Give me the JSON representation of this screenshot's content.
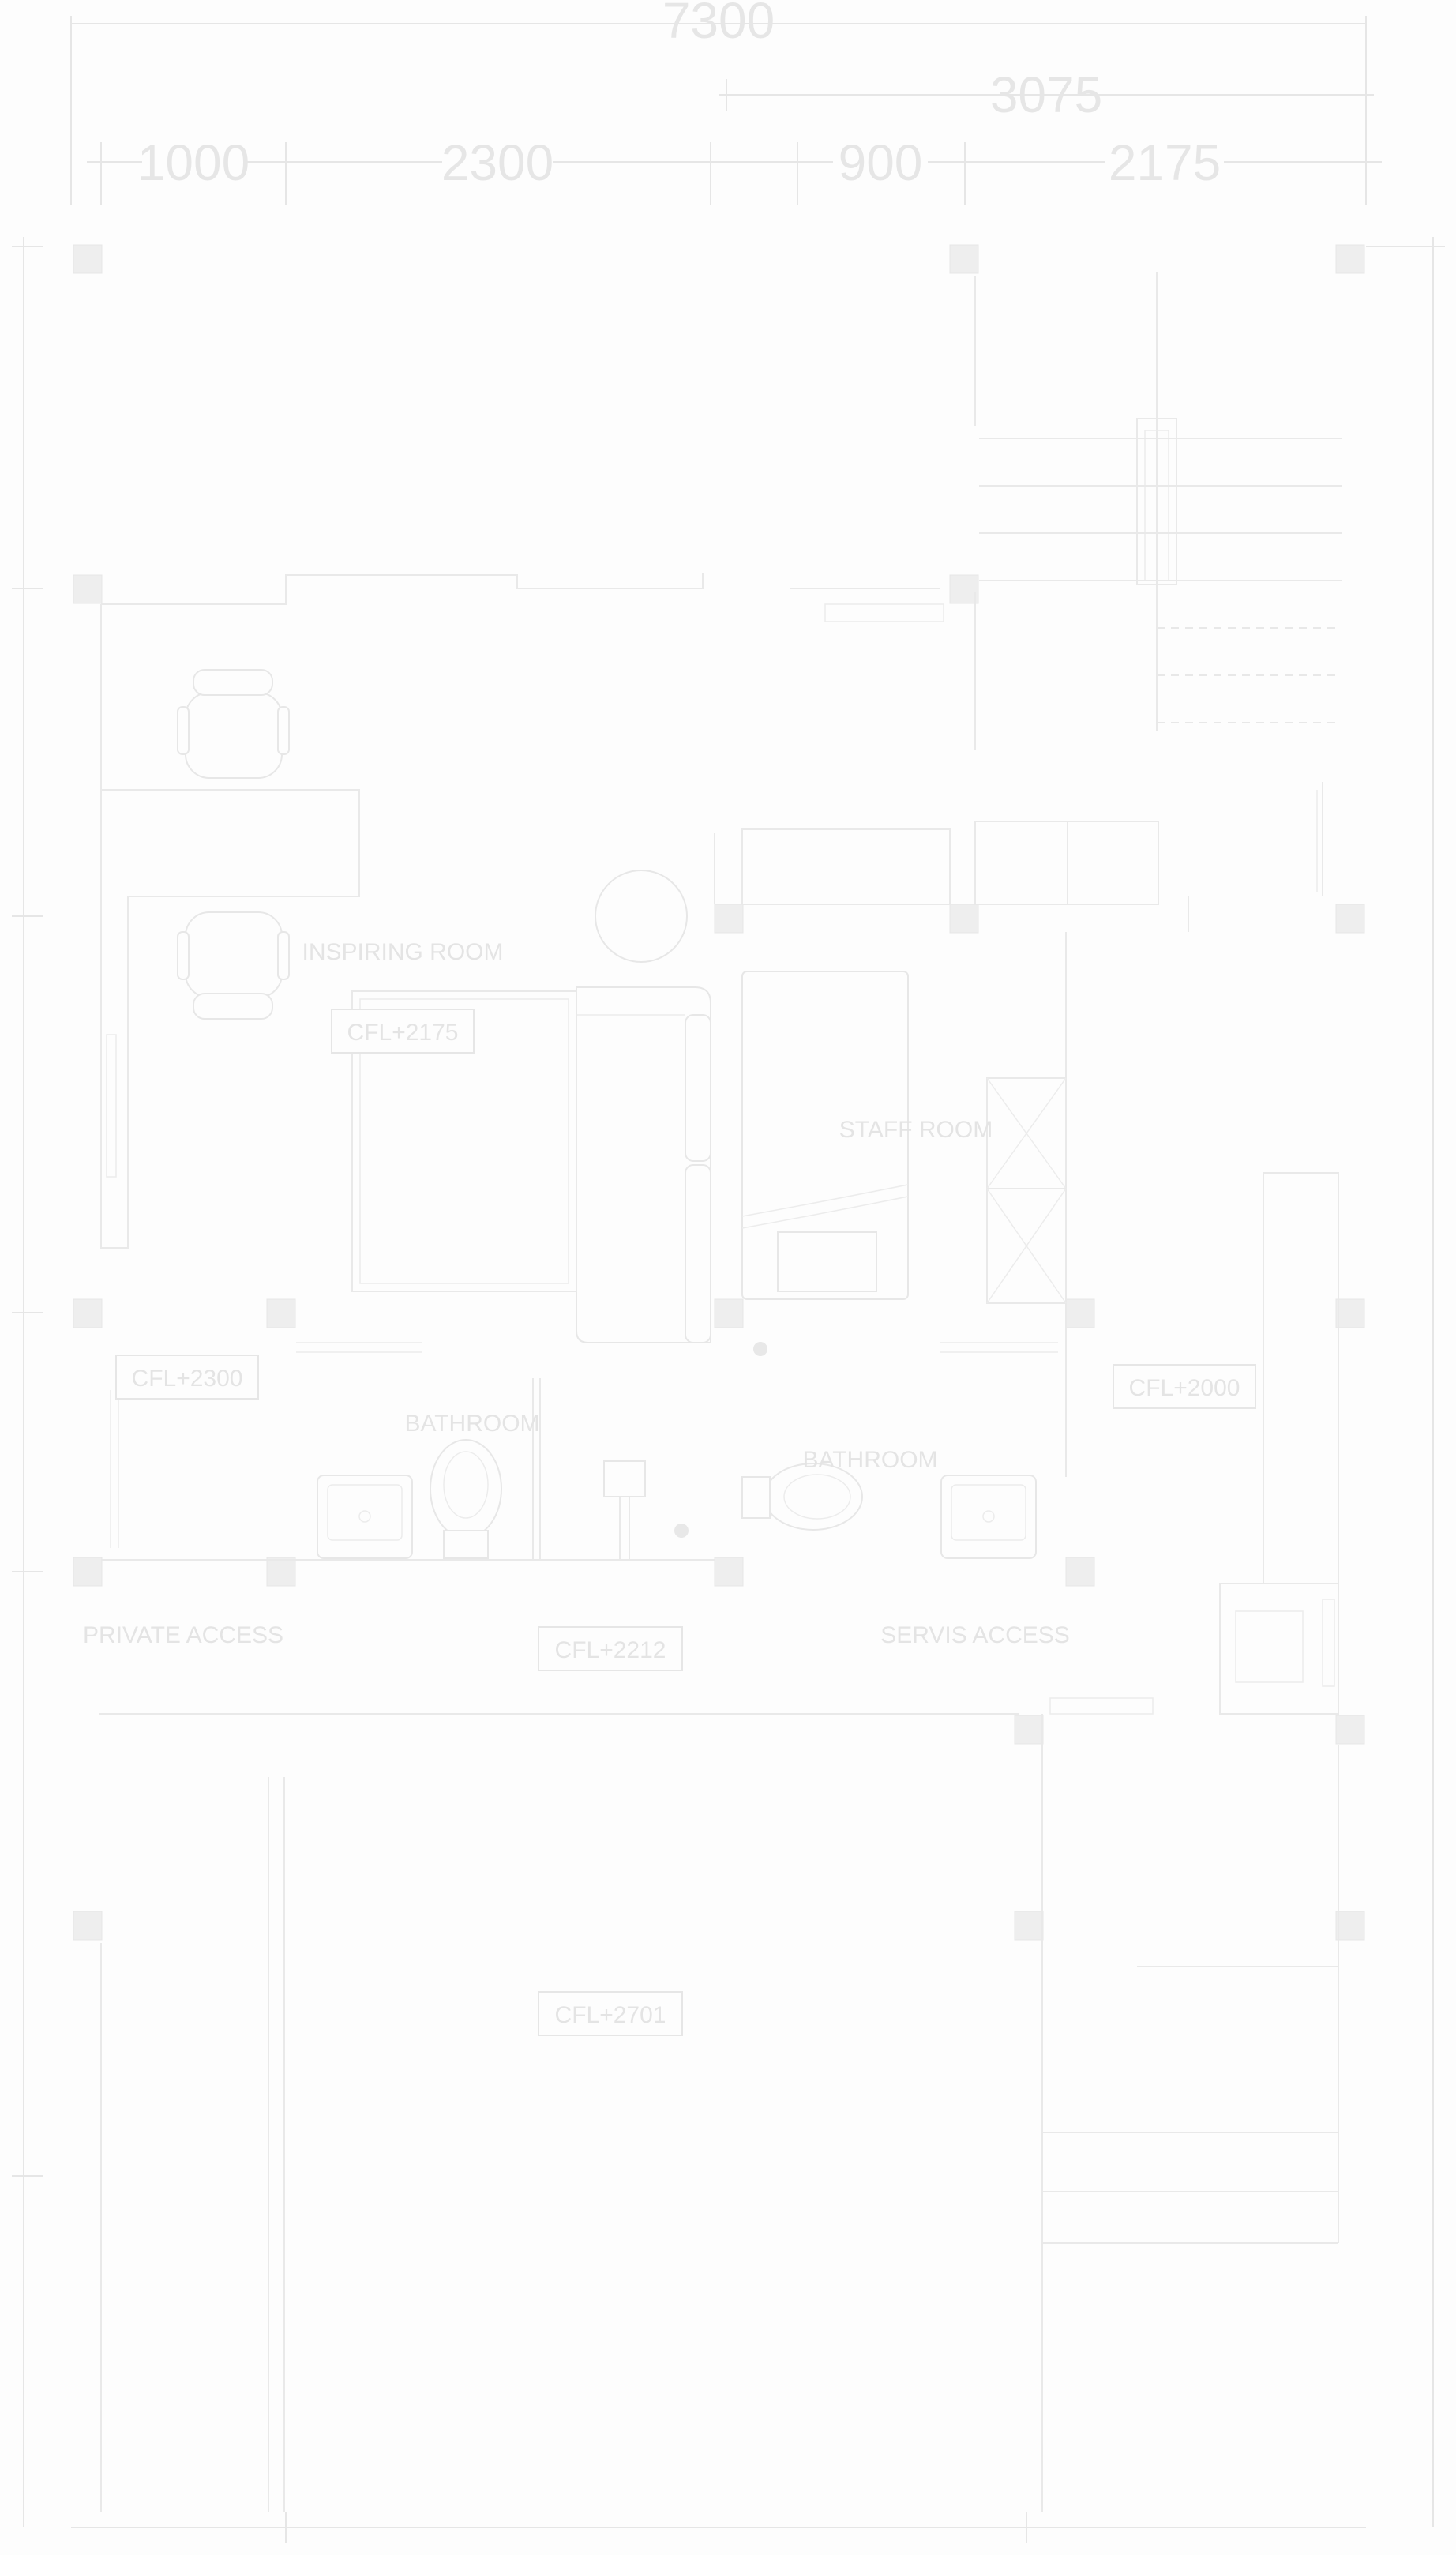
{
  "dimensions": {
    "top_overall": "7300",
    "top_right": "3075",
    "segments": [
      "1000",
      "2300",
      "900",
      "2175"
    ]
  },
  "rooms": {
    "inspiring": "INSPIRING ROOM",
    "staff": "STAFF ROOM",
    "bathroom_1": "BATHROOM",
    "bathroom_2": "BATHROOM",
    "private_access": "PRIVATE ACCESS",
    "servis_access": "SERVIS ACCESS"
  },
  "ceiling_levels": {
    "inspiring": "CFL+2175",
    "left": "CFL+2300",
    "right": "CFL+2000",
    "corridor": "CFL+2212",
    "bottom": "CFL+2701"
  }
}
